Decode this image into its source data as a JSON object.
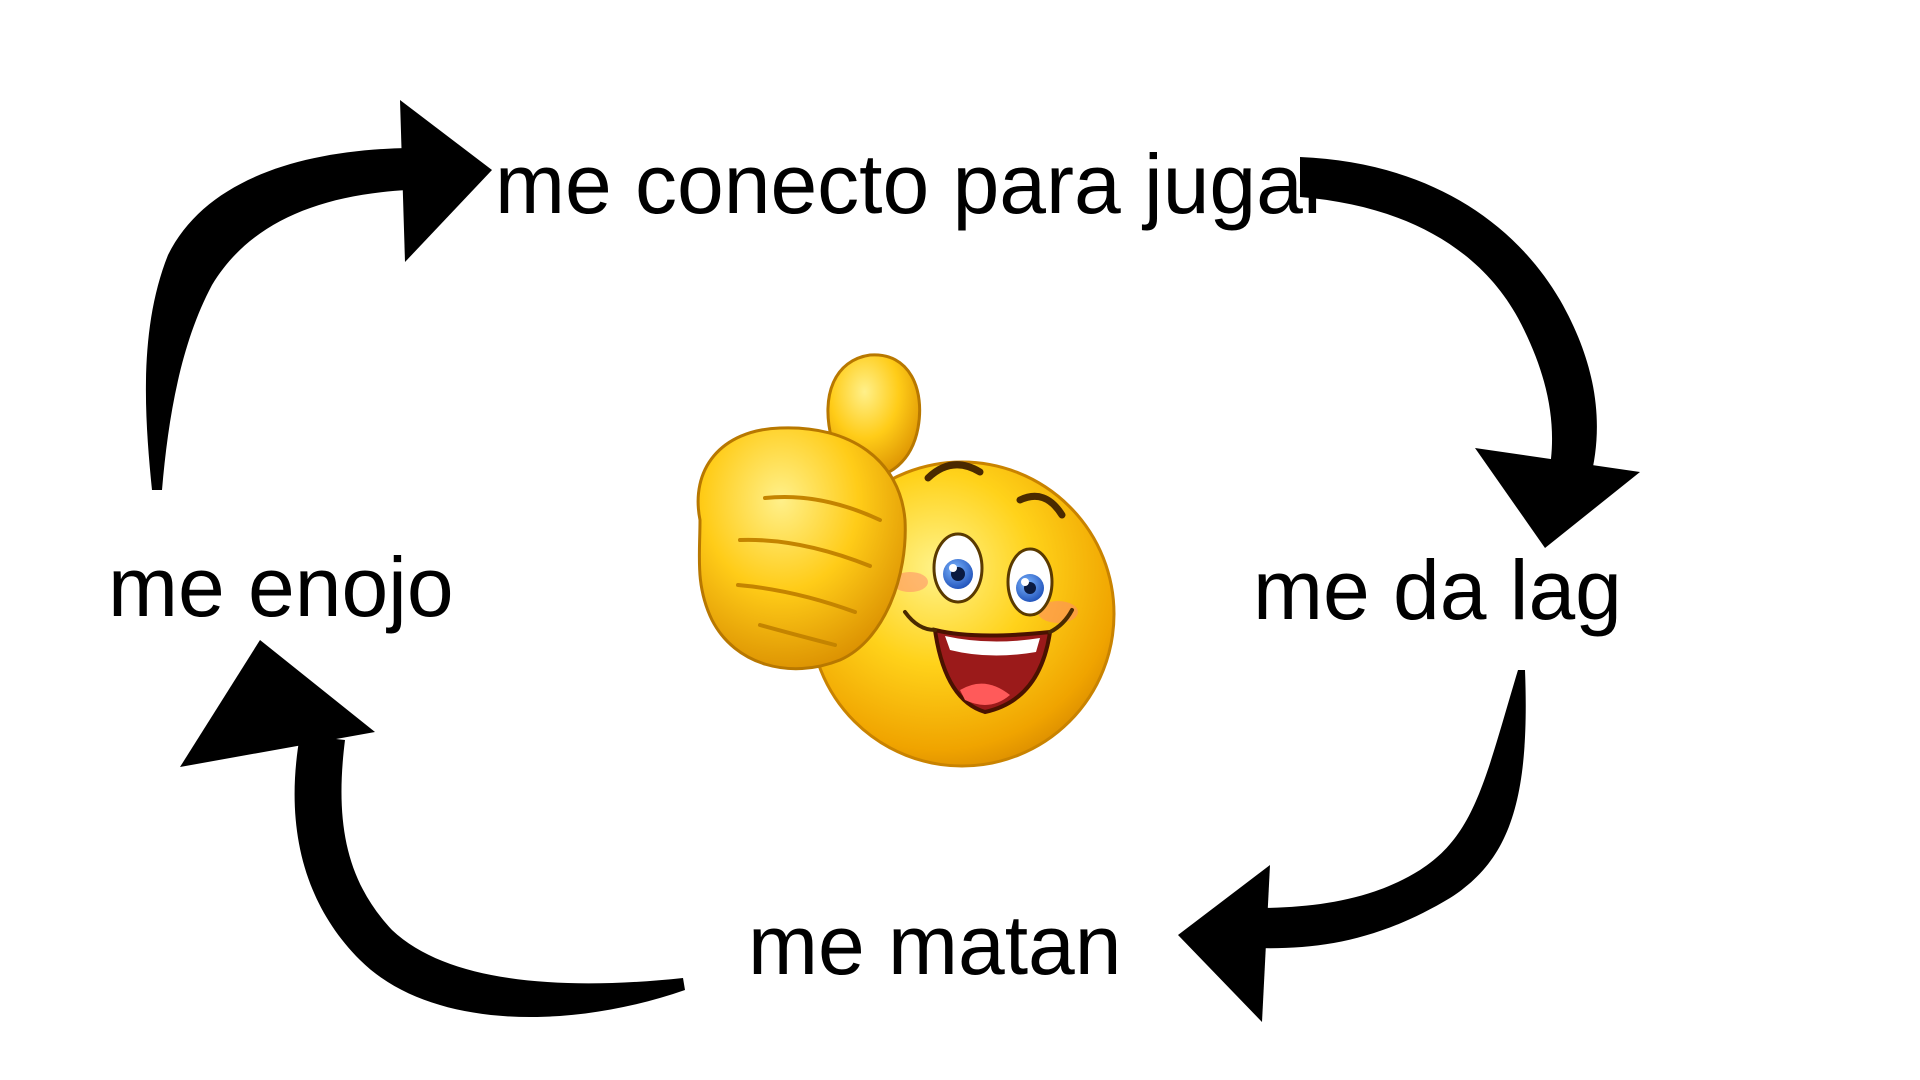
{
  "cycle": {
    "steps": [
      {
        "label": "me conecto para jugar"
      },
      {
        "label": "me da lag"
      },
      {
        "label": "me matan"
      },
      {
        "label": "me enojo"
      }
    ],
    "center_icon": "thumbs-up-smiley-icon",
    "arrow_color": "#000000"
  }
}
